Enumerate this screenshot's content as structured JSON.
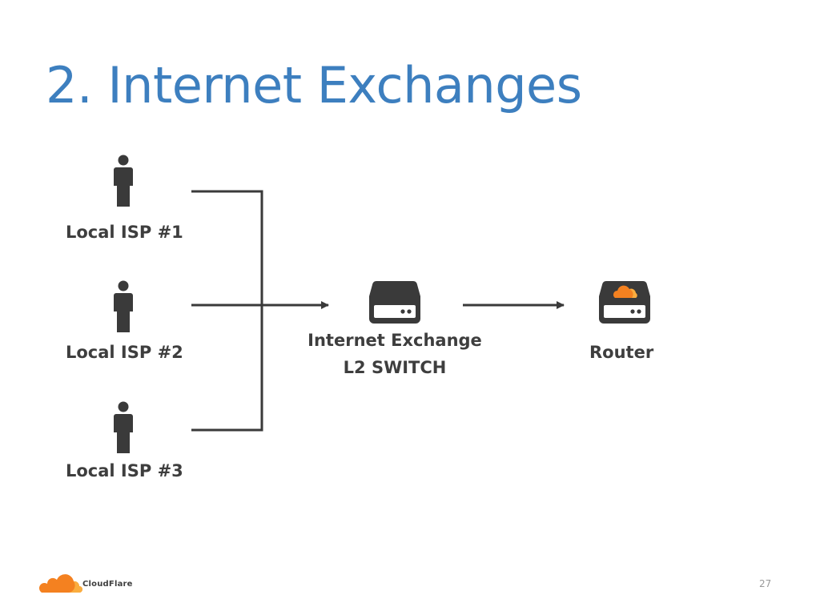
{
  "slide": {
    "title": "2. Internet Exchanges",
    "page_number": "27"
  },
  "nodes": {
    "isp1": {
      "label": "Local ISP #1",
      "icon": "person-icon"
    },
    "isp2": {
      "label": "Local ISP #2",
      "icon": "person-icon"
    },
    "isp3": {
      "label": "Local ISP #3",
      "icon": "person-icon"
    },
    "exchange": {
      "label_line1": "Internet Exchange",
      "label_line2": "L2 SWITCH",
      "icon": "switch-icon"
    },
    "router": {
      "label": "Router",
      "icon": "cloud-router-icon"
    }
  },
  "edges": [
    {
      "from": "isp1",
      "to": "exchange"
    },
    {
      "from": "isp2",
      "to": "exchange"
    },
    {
      "from": "isp3",
      "to": "exchange"
    },
    {
      "from": "exchange",
      "to": "router"
    }
  ],
  "footer": {
    "brand": "CloudFlare"
  },
  "colors": {
    "title": "#3d7fbf",
    "text": "#3e3e3e",
    "icon": "#3a3a3a",
    "line": "#3a3a3a",
    "cloud_orange": "#f48120",
    "cloud_light": "#faad3f"
  }
}
